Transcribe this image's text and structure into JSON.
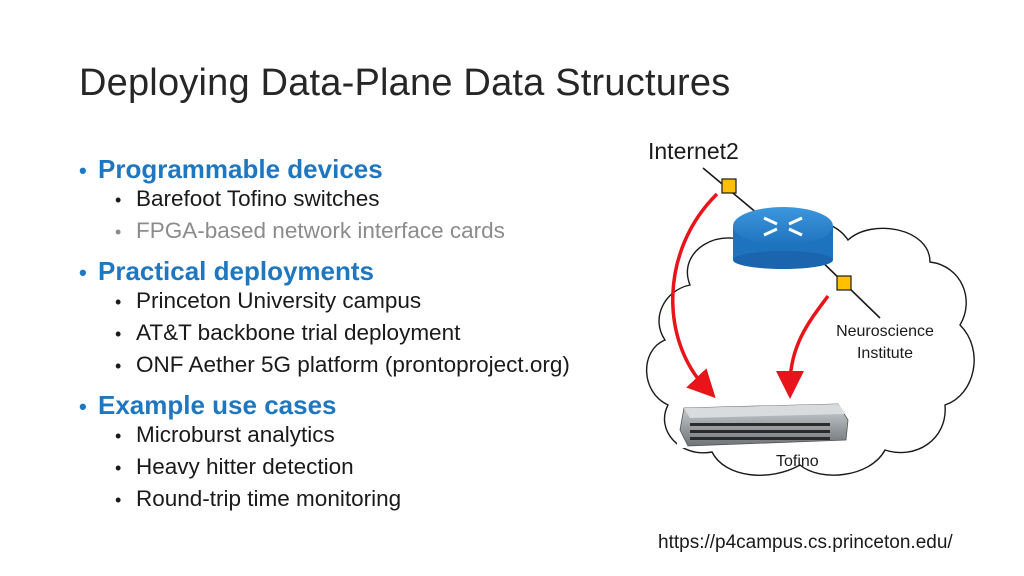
{
  "slide": {
    "title": "Deploying Data-Plane Data Structures",
    "bullet_glyph": "•",
    "sections": [
      {
        "heading": "Programmable devices",
        "items": [
          {
            "text": "Barefoot Tofino switches",
            "muted": false
          },
          {
            "text": "FPGA-based network interface cards",
            "muted": true
          }
        ]
      },
      {
        "heading": "Practical deployments",
        "items": [
          {
            "text": "Princeton University campus",
            "muted": false
          },
          {
            "text": "AT&T backbone trial deployment",
            "muted": false
          },
          {
            "text": "ONF Aether 5G platform (prontoproject.org)",
            "muted": false
          }
        ]
      },
      {
        "heading": "Example use cases",
        "items": [
          {
            "text": "Microburst analytics",
            "muted": false
          },
          {
            "text": "Heavy hitter detection",
            "muted": false
          },
          {
            "text": "Round-trip time monitoring",
            "muted": false
          }
        ]
      }
    ]
  },
  "diagram": {
    "internet_label": "Internet2",
    "institute_label_line1": "Neuroscience",
    "institute_label_line2": "Institute",
    "switch_label": "Tofino",
    "source_url": "https://p4campus.cs.princeton.edu/",
    "icons": [
      "cloud-icon",
      "router-icon",
      "switch-hardware-icon",
      "tap-point-icon",
      "red-arrow-icon"
    ]
  },
  "colors": {
    "heading_blue": "#1f77c0",
    "muted_gray": "#8c8c8c",
    "arrow_red": "#e8141a",
    "tap_yellow": "#ffc000",
    "router_blue": "#1e73be"
  }
}
